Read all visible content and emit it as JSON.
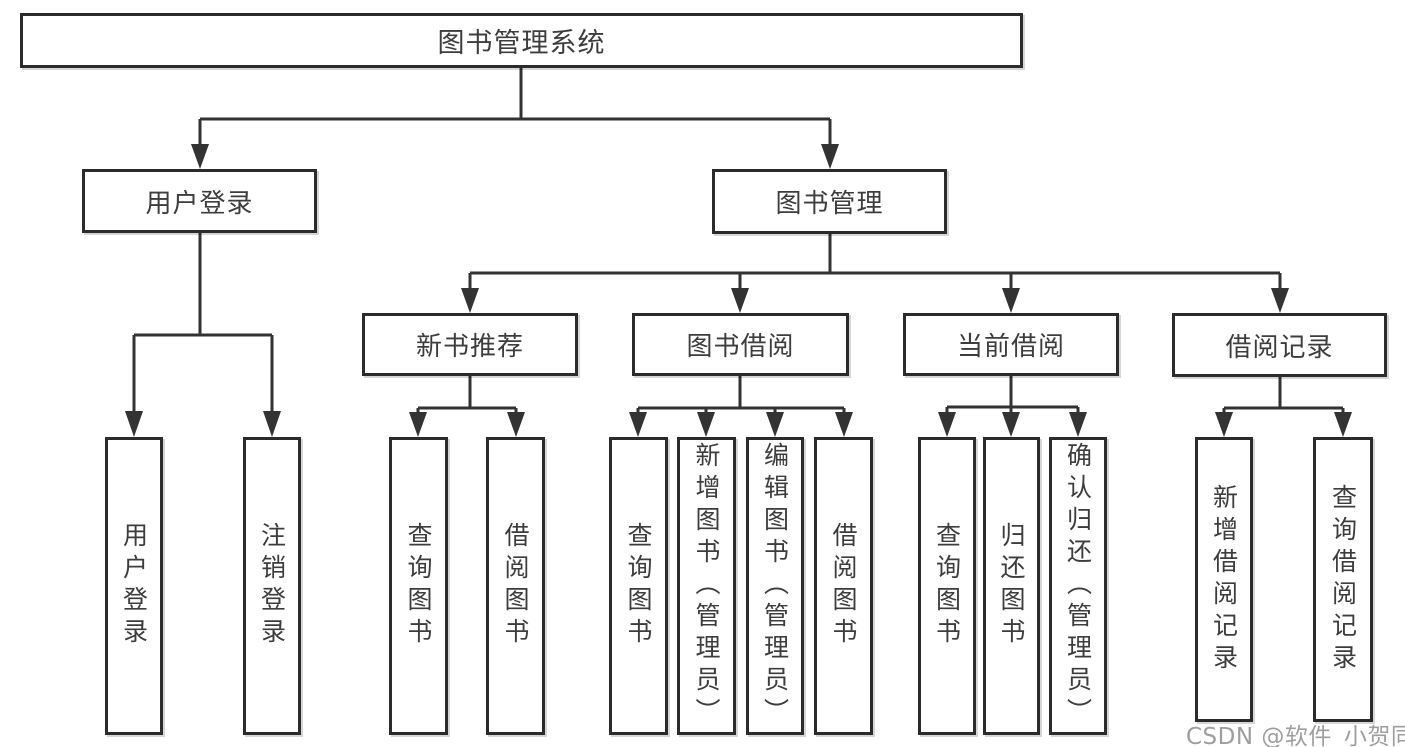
{
  "diagram": {
    "root": {
      "label": "图书管理系统"
    },
    "branches": [
      {
        "label": "用户登录",
        "children": [
          {
            "label": "用户登录"
          },
          {
            "label": "注销登录"
          }
        ]
      },
      {
        "label": "图书管理",
        "children": [
          {
            "label": "新书推荐",
            "children": [
              {
                "label": "查询图书"
              },
              {
                "label": "借阅图书"
              }
            ]
          },
          {
            "label": "图书借阅",
            "children": [
              {
                "label": "查询图书"
              },
              {
                "label": "新增图书（管理员）"
              },
              {
                "label": "编辑图书（管理员）"
              },
              {
                "label": "借阅图书"
              }
            ]
          },
          {
            "label": "当前借阅",
            "children": [
              {
                "label": "查询图书"
              },
              {
                "label": "归还图书"
              },
              {
                "label": "确认归还（管理员）"
              }
            ]
          },
          {
            "label": "借阅记录",
            "children": [
              {
                "label": "新增借阅记录"
              },
              {
                "label": "查询借阅记录"
              }
            ]
          }
        ]
      }
    ]
  },
  "watermark": {
    "label": "CSDN @软件_小贺同学"
  },
  "colors": {
    "line": "#333333",
    "box_border": "#2b2b2b",
    "box_fill": "#ffffff",
    "text": "#3d3d3d",
    "watermark": "#9e9e9e",
    "background": "#ffffff"
  }
}
